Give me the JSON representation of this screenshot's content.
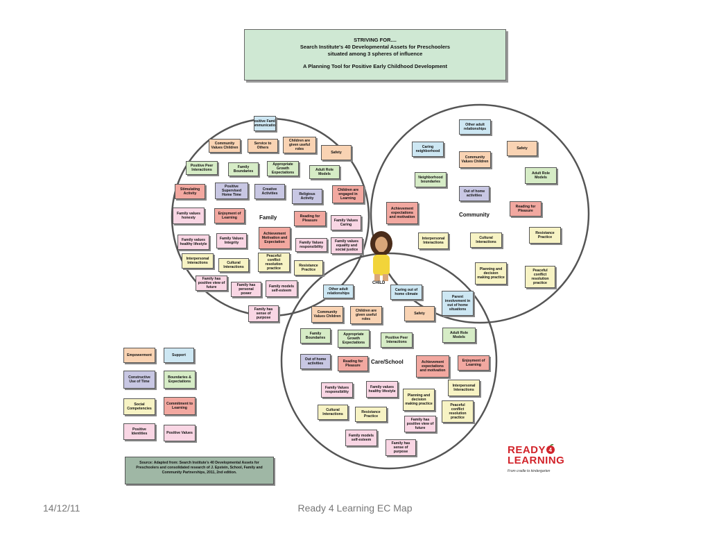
{
  "title": {
    "line1": "STRIVING FOR....",
    "line2": "Search Institute's 40 Developmental  Assets for Preschoolers",
    "line3": "situated among 3 spheres of influence",
    "line4": "A Planning Tool for Positive Early Childhood Development"
  },
  "spheres": {
    "family": "Family",
    "community": "Community",
    "care_school": "Care/School",
    "child": "CHILD"
  },
  "family_boxes": [
    {
      "text": "Positive Family Communications",
      "cat": "c-sup"
    },
    {
      "text": "Community Values Children",
      "cat": "c-emp"
    },
    {
      "text": "Service to Others",
      "cat": "c-emp"
    },
    {
      "text": "Children are given useful roles",
      "cat": "c-emp"
    },
    {
      "text": "Safety",
      "cat": "c-emp"
    },
    {
      "text": "Positive Peer Interactions",
      "cat": "c-bnd"
    },
    {
      "text": "Family Boundaries",
      "cat": "c-bnd"
    },
    {
      "text": "Appropriate Growth Expectations",
      "cat": "c-bnd"
    },
    {
      "text": "Adult Role Models",
      "cat": "c-bnd"
    },
    {
      "text": "Stimulating Activity",
      "cat": "c-lrn"
    },
    {
      "text": "Positive Supervised Home Time",
      "cat": "c-tim"
    },
    {
      "text": "Creative Activities",
      "cat": "c-tim"
    },
    {
      "text": "Religious Activity",
      "cat": "c-tim"
    },
    {
      "text": "Children are engaged in Learning",
      "cat": "c-lrn"
    },
    {
      "text": "Family values honesty",
      "cat": "c-val"
    },
    {
      "text": "Enjoyment of Learning",
      "cat": "c-lrn"
    },
    {
      "text": "Reading for Pleasure",
      "cat": "c-lrn"
    },
    {
      "text": "Family Values Caring",
      "cat": "c-val"
    },
    {
      "text": "Achievement Motivation and Expectation",
      "cat": "c-lrn"
    },
    {
      "text": "Family values healthy lifestyle",
      "cat": "c-val"
    },
    {
      "text": "Family Values Integrity",
      "cat": "c-val"
    },
    {
      "text": "Family Values responsibility",
      "cat": "c-val"
    },
    {
      "text": "Family values equality and social justice",
      "cat": "c-val"
    },
    {
      "text": "Interpersonal Interactions",
      "cat": "c-soc"
    },
    {
      "text": "Cultural Interactions",
      "cat": "c-soc"
    },
    {
      "text": "Peaceful conflict resolution practice",
      "cat": "c-soc"
    },
    {
      "text": "Resistance Practice",
      "cat": "c-soc"
    },
    {
      "text": "Family has positive view of future",
      "cat": "c-idn"
    },
    {
      "text": "Family has personal power",
      "cat": "c-idn"
    },
    {
      "text": "Family models self-esteem",
      "cat": "c-idn"
    },
    {
      "text": "Family has sense of purpose",
      "cat": "c-idn"
    }
  ],
  "community_boxes": [
    {
      "text": "Other adult relationships",
      "cat": "c-sup"
    },
    {
      "text": "Caring neighborhood",
      "cat": "c-sup"
    },
    {
      "text": "Community Values Children",
      "cat": "c-emp"
    },
    {
      "text": "Safety",
      "cat": "c-emp"
    },
    {
      "text": "Neighborhood boundaries",
      "cat": "c-bnd"
    },
    {
      "text": "Adult Role Models",
      "cat": "c-bnd"
    },
    {
      "text": "Out of home activities",
      "cat": "c-tim"
    },
    {
      "text": "Achievement expectations and motivation",
      "cat": "c-lrn"
    },
    {
      "text": "Reading for Pleasure",
      "cat": "c-lrn"
    },
    {
      "text": "Interpersonal Interactions",
      "cat": "c-soc"
    },
    {
      "text": "Cultural Interactions",
      "cat": "c-soc"
    },
    {
      "text": "Resistance Practice",
      "cat": "c-soc"
    },
    {
      "text": "Planning and decision making practice",
      "cat": "c-soc"
    },
    {
      "text": "Peaceful conflict resolution practice",
      "cat": "c-soc"
    }
  ],
  "school_boxes": [
    {
      "text": "Other adult relationships",
      "cat": "c-sup"
    },
    {
      "text": "Caring out of home climate",
      "cat": "c-sup"
    },
    {
      "text": "Parent involvement in out of home situations",
      "cat": "c-sup"
    },
    {
      "text": "Community Values Children",
      "cat": "c-emp"
    },
    {
      "text": "Children are given useful roles",
      "cat": "c-emp"
    },
    {
      "text": "Safety",
      "cat": "c-emp"
    },
    {
      "text": "Family Boundaries",
      "cat": "c-bnd"
    },
    {
      "text": "Appropriate Growth Expectations",
      "cat": "c-bnd"
    },
    {
      "text": "Positive Peer Interactions",
      "cat": "c-bnd"
    },
    {
      "text": "Adult Role Models",
      "cat": "c-bnd"
    },
    {
      "text": "Out of home activities",
      "cat": "c-tim"
    },
    {
      "text": "Reading for Pleasure",
      "cat": "c-lrn"
    },
    {
      "text": "Achievement expectations and motivation",
      "cat": "c-lrn"
    },
    {
      "text": "Enjoyment of Learning",
      "cat": "c-lrn"
    },
    {
      "text": "Family Values responsibility",
      "cat": "c-val"
    },
    {
      "text": "Family values healthy lifestyle",
      "cat": "c-val"
    },
    {
      "text": "Planning and decision making practice",
      "cat": "c-soc"
    },
    {
      "text": "Interpersonal Interactions",
      "cat": "c-soc"
    },
    {
      "text": "Cultural Interactions",
      "cat": "c-soc"
    },
    {
      "text": "Resistance Practice",
      "cat": "c-soc"
    },
    {
      "text": "Peaceful conflict resolution practice",
      "cat": "c-soc"
    },
    {
      "text": "Family has positive view of future",
      "cat": "c-idn"
    },
    {
      "text": "Family models self-esteem",
      "cat": "c-idn"
    },
    {
      "text": "Family has sense of purpose",
      "cat": "c-idn"
    }
  ],
  "legend": [
    {
      "text": "Empowerment",
      "cat": "c-emp"
    },
    {
      "text": "Support",
      "cat": "c-sup"
    },
    {
      "text": "Constructive Use of Time",
      "cat": "c-tim"
    },
    {
      "text": "Boundaries & Expectations",
      "cat": "c-bnd"
    },
    {
      "text": "Social Competencies",
      "cat": "c-soc"
    },
    {
      "text": "Commitment to Learning",
      "cat": "c-lrn"
    },
    {
      "text": "Positive Identities",
      "cat": "c-idn"
    },
    {
      "text": "Positive Values",
      "cat": "c-val"
    }
  ],
  "source": "Source:  Adapted from: Search Institute's 40 Developmental Assets for Preschoolers and consolidated research of J. Epstein, School, Family and Community Partnerships, 2011, 2nd edition.",
  "logo": {
    "ready": "READY",
    "learning": "LEARNING",
    "tagline": "From cradle to kindergarten",
    "number_icon": "apple-4-icon"
  },
  "footer": {
    "date": "14/12/11",
    "title": "Ready 4 Learning EC Map"
  },
  "colors": {
    "empowerment": "#f9d3b3",
    "support": "#cde7f3",
    "boundaries": "#d6ecc6",
    "constructive_time": "#c8c7e3",
    "learning": "#f2a8a0",
    "values": "#f9d6e4",
    "social": "#f7f3c4",
    "title_bg": "#cfe8d3",
    "source_bg": "#9fb7a5",
    "logo_red": "#d2232a"
  }
}
